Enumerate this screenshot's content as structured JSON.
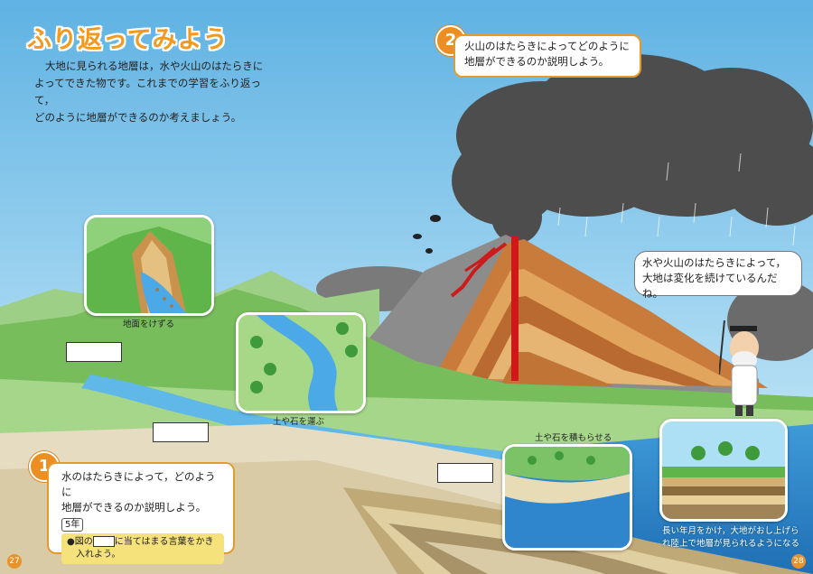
{
  "page": {
    "title": "ふり返ってみよう",
    "intro": [
      "大地に見られる地層は，水や火山のはたらきに",
      "よってできた物です。これまでの学習をふり返って，",
      "どのように地層ができるのか考えましょう。"
    ],
    "page_left": "27",
    "page_right": "28"
  },
  "question1": {
    "number": "1",
    "text": [
      "水のはたらきによって，どのように",
      "地層ができるのか説明しよう。"
    ],
    "grade": "5年",
    "task_before": "●図の",
    "task_after": "に当てはまる言葉をかき",
    "task_line2": "入れよう。"
  },
  "question2": {
    "number": "2",
    "text": [
      "火山のはたらきによってどのように",
      "地層ができるのか説明しよう。"
    ]
  },
  "speech": [
    "水や火山のはたらきによって，",
    "大地は変化を続けているんだね。"
  ],
  "captions": {
    "erode": "地面をけずる",
    "carry": "土や石を運ぶ",
    "deposit": "土や石を積もらせる",
    "uplift_1": "長い年月をかけ，大地がおし上げら",
    "uplift_2": "れ陸上で地層が見られるようになる"
  },
  "colors": {
    "accent": "#ec8f22",
    "title": "#f39a1e",
    "sky": "#8fc9ea"
  }
}
